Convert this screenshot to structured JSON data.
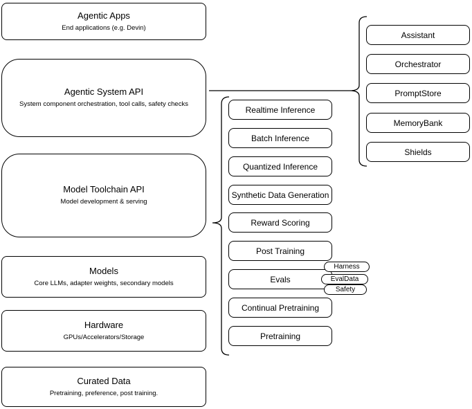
{
  "colors": {
    "stroke": "#000000",
    "fill": "#ffffff",
    "text": "#000000",
    "background": "#ffffff"
  },
  "left_stack": [
    {
      "title": "Agentic Apps",
      "subtitle": "End applications (e.g. Devin)"
    },
    {
      "title": "Agentic System API",
      "subtitle": "System component orchestration, tool calls, safety checks"
    },
    {
      "title": "Model Toolchain API",
      "subtitle": "Model development & serving"
    },
    {
      "title": "Models",
      "subtitle": "Core LLMs, adapter weights, secondary models"
    },
    {
      "title": "Hardware",
      "subtitle": "GPUs/Accelerators/Storage"
    },
    {
      "title": "Curated Data",
      "subtitle": "Pretraining, preference, post training."
    }
  ],
  "toolchain_services": [
    {
      "label": "Realtime Inference"
    },
    {
      "label": "Batch Inference"
    },
    {
      "label": "Quantized Inference"
    },
    {
      "label": "Synthetic Data Generation"
    },
    {
      "label": "Reward Scoring"
    },
    {
      "label": "Post Training"
    },
    {
      "label": "Evals"
    },
    {
      "label": "Continual Pretraining"
    },
    {
      "label": "Pretraining"
    }
  ],
  "evals_tags": [
    {
      "label": "Harness"
    },
    {
      "label": "EvalData"
    },
    {
      "label": "Safety"
    }
  ],
  "system_components": [
    {
      "label": "Assistant"
    },
    {
      "label": "Orchestrator"
    },
    {
      "label": "PromptStore"
    },
    {
      "label": "MemoryBank"
    },
    {
      "label": "Shields"
    }
  ]
}
